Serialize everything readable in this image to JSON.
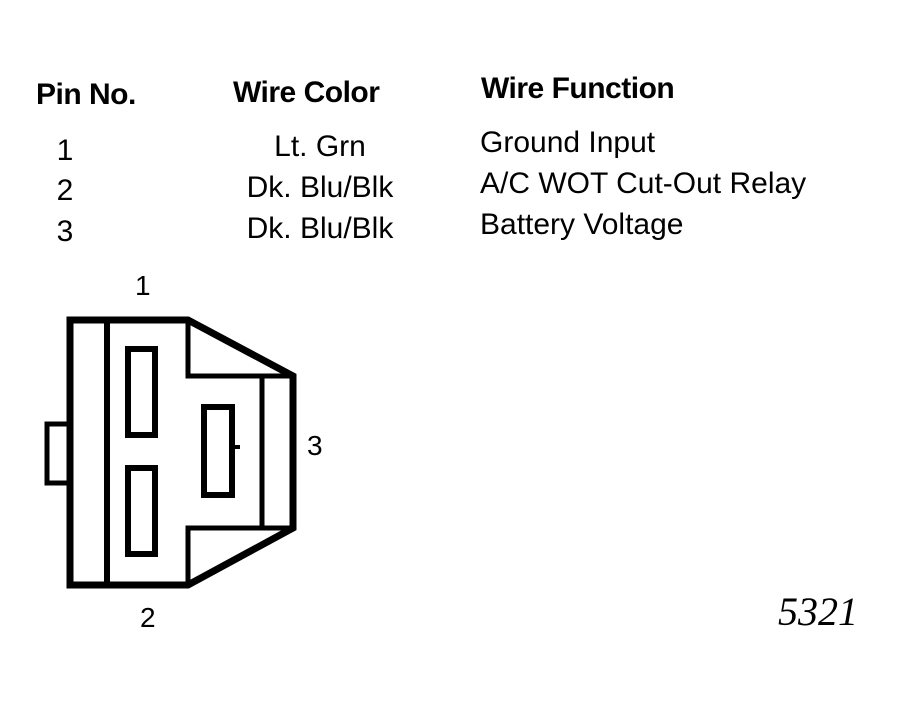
{
  "table": {
    "headers": {
      "pin": "Pin No.",
      "color": "Wire Color",
      "function": "Wire Function"
    },
    "rows": [
      {
        "pin": "1",
        "color": "Lt. Grn",
        "function": "Ground Input"
      },
      {
        "pin": "2",
        "color": "Dk. Blu/Blk",
        "function": "A/C WOT Cut-Out Relay"
      },
      {
        "pin": "3",
        "color": "Dk. Blu/Blk",
        "function": "Battery Voltage"
      }
    ]
  },
  "connector": {
    "pin_labels": {
      "p1": "1",
      "p2": "2",
      "p3": "3"
    }
  },
  "figure_number": "5321"
}
